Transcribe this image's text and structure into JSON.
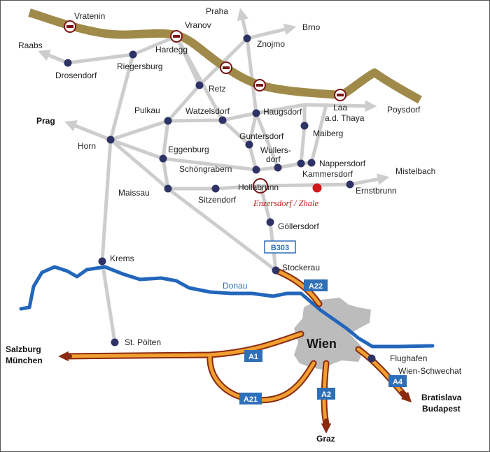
{
  "map": {
    "destination": "Enzersdorf / Zhale",
    "colors": {
      "road": "#cdcdcd",
      "border": "#a08a4a",
      "river": "#2266bb",
      "highway": "#f0a030",
      "highway_edge": "#8a2a10",
      "city": "#bcbcbc",
      "town": "#2e3366",
      "destination": "#d01818",
      "shield": "#2f6fb8"
    },
    "places": {
      "vratenin": "Vratenin",
      "raabs": "Raabs",
      "drosendorf": "Drosendorf",
      "riegersburg": "Riegersburg",
      "hardegg": "Hardegg",
      "vranov": "Vranov",
      "praha": "Praha",
      "brno": "Brno",
      "znojmo": "Znojmo",
      "retz": "Retz",
      "pulkau": "Pulkau",
      "watzelsdorf": "Watzelsdorf",
      "haugsdorf": "Haugsdorf",
      "laa1": "Laa",
      "laa2": "a.d. Thaya",
      "poysdorf": "Poysdorf",
      "prag": "Prag",
      "horn": "Horn",
      "guntersdorf": "Guntersdorf",
      "maiberg": "Maiberg",
      "eggenburg": "Eggenburg",
      "wullers1": "Wullers-",
      "wullers2": "dorf",
      "nappersdorf": "Nappersdorf",
      "schoengrabern": "Schöngrabern",
      "kammersdorf": "Kammersdorf",
      "mistelbach": "Mistelbach",
      "maissau": "Maissau",
      "hollabrunn": "Hollabrunn",
      "ernstbrunn": "Ernstbrunn",
      "sitzendorf": "Sitzendorf",
      "goellersdorf": "Göllersdorf",
      "krems": "Krems",
      "stockerau": "Stockerau",
      "donau": "Donau",
      "stpoelten": "St. Pölten",
      "wien": "Wien",
      "flughafen1": "Flughafen",
      "flughafen2": "Wien-Schwechat",
      "salzburg": "Salzburg",
      "muenchen": "München",
      "bratislava": "Bratislava",
      "budapest": "Budapest",
      "graz": "Graz"
    },
    "roads": {
      "b303": "B303",
      "a22": "A22",
      "a1": "A1",
      "a21": "A21",
      "a2": "A2",
      "a4": "A4"
    }
  }
}
